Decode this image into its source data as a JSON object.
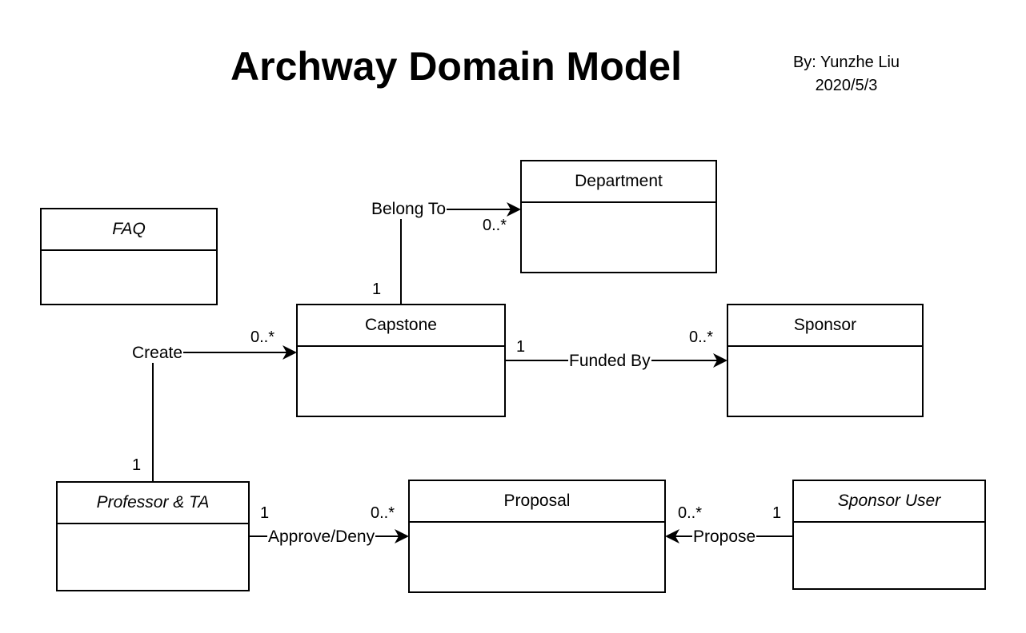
{
  "title": "Archway Domain Model",
  "author": "By: Yunzhe Liu",
  "date": "2020/5/3",
  "classes": {
    "department": {
      "name": "Department"
    },
    "faq": {
      "name": "FAQ"
    },
    "capstone": {
      "name": "Capstone"
    },
    "sponsor": {
      "name": "Sponsor"
    },
    "professor_ta": {
      "name": "Professor & TA"
    },
    "proposal": {
      "name": "Proposal"
    },
    "sponsor_user": {
      "name": "Sponsor User"
    }
  },
  "associations": {
    "belong_to": {
      "label": "Belong To",
      "source_mult": "1",
      "target_mult": "0..*"
    },
    "create": {
      "label": "Create",
      "source_mult": "1",
      "target_mult": "0..*"
    },
    "funded_by": {
      "label": "Funded By",
      "source_mult": "1",
      "target_mult": "0..*"
    },
    "approve_deny": {
      "label": "Approve/Deny",
      "source_mult": "1",
      "target_mult": "0..*"
    },
    "propose": {
      "label": "Propose",
      "source_mult": "1",
      "target_mult": "0..*"
    }
  },
  "colors": {
    "line": "#000000",
    "background": "#ffffff"
  }
}
